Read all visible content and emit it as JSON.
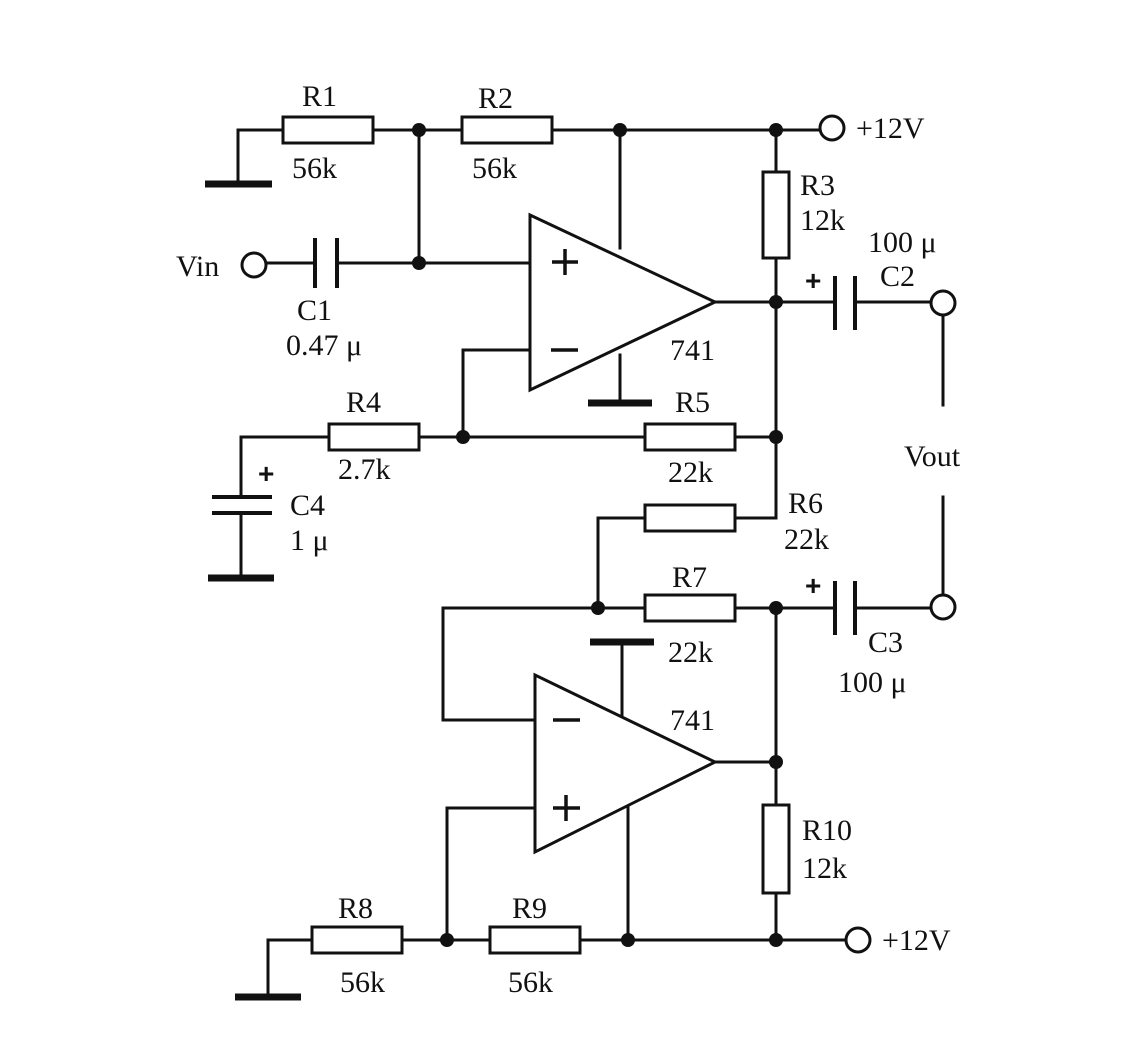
{
  "components": {
    "R1": {
      "ref": "R1",
      "value": "56k"
    },
    "R2": {
      "ref": "R2",
      "value": "56k"
    },
    "R3": {
      "ref": "R3",
      "value": "12k"
    },
    "R4": {
      "ref": "R4",
      "value": "2.7k"
    },
    "R5": {
      "ref": "R5",
      "value": "22k"
    },
    "R6": {
      "ref": "R6",
      "value": "22k"
    },
    "R7": {
      "ref": "R7",
      "value": "22k"
    },
    "R8": {
      "ref": "R8",
      "value": "56k"
    },
    "R9": {
      "ref": "R9",
      "value": "56k"
    },
    "R10": {
      "ref": "R10",
      "value": "12k"
    },
    "C1": {
      "ref": "C1",
      "value": "0.47 μ"
    },
    "C2": {
      "ref": "C2",
      "value": "100 μ"
    },
    "C3": {
      "ref": "C3",
      "value": "100 μ"
    },
    "C4": {
      "ref": "C4",
      "value": "1 μ"
    }
  },
  "opamps": {
    "U1": {
      "part": "741"
    },
    "U2": {
      "part": "741"
    }
  },
  "ports": {
    "vin": "Vin",
    "vout": "Vout",
    "vcc_top": "+12V",
    "vcc_bottom": "+12V"
  },
  "symbols": {
    "plus": "+",
    "minus": "−",
    "polarity": "+"
  }
}
